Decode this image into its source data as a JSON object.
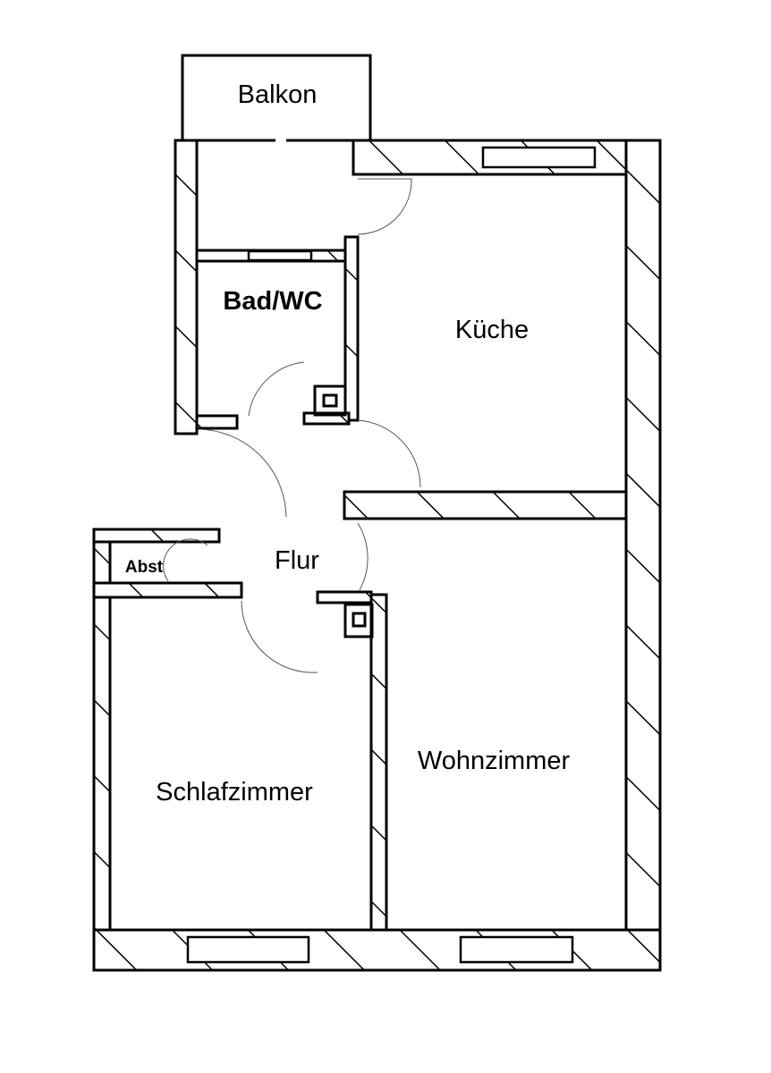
{
  "title": "Grundriss",
  "rooms": {
    "balkon": "Balkon",
    "bad": "Bad/WC",
    "kueche": "Küche",
    "flur": "Flur",
    "abst": "Abst",
    "schlafzimmer": "Schlafzimmer",
    "wohnzimmer": "Wohnzimmer"
  },
  "colors": {
    "line": "#000000",
    "background": "#ffffff"
  }
}
